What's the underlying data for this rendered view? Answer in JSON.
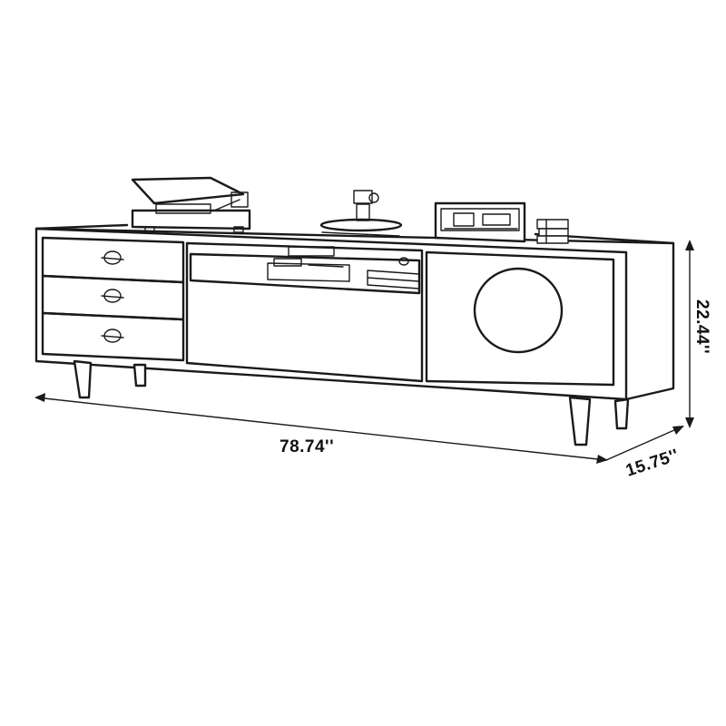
{
  "dimensions": {
    "width": "78.74''",
    "height": "22.44''",
    "depth": "15.75''"
  },
  "colors": {
    "line": "#1a1a1a",
    "background": "#ffffff"
  },
  "illustration": {
    "object": "tv-stand-cabinet",
    "drawers": 3,
    "items_on_top": [
      "turntable-icon",
      "camera-figurine-icon",
      "radio-icon",
      "book-stack-icon"
    ]
  }
}
